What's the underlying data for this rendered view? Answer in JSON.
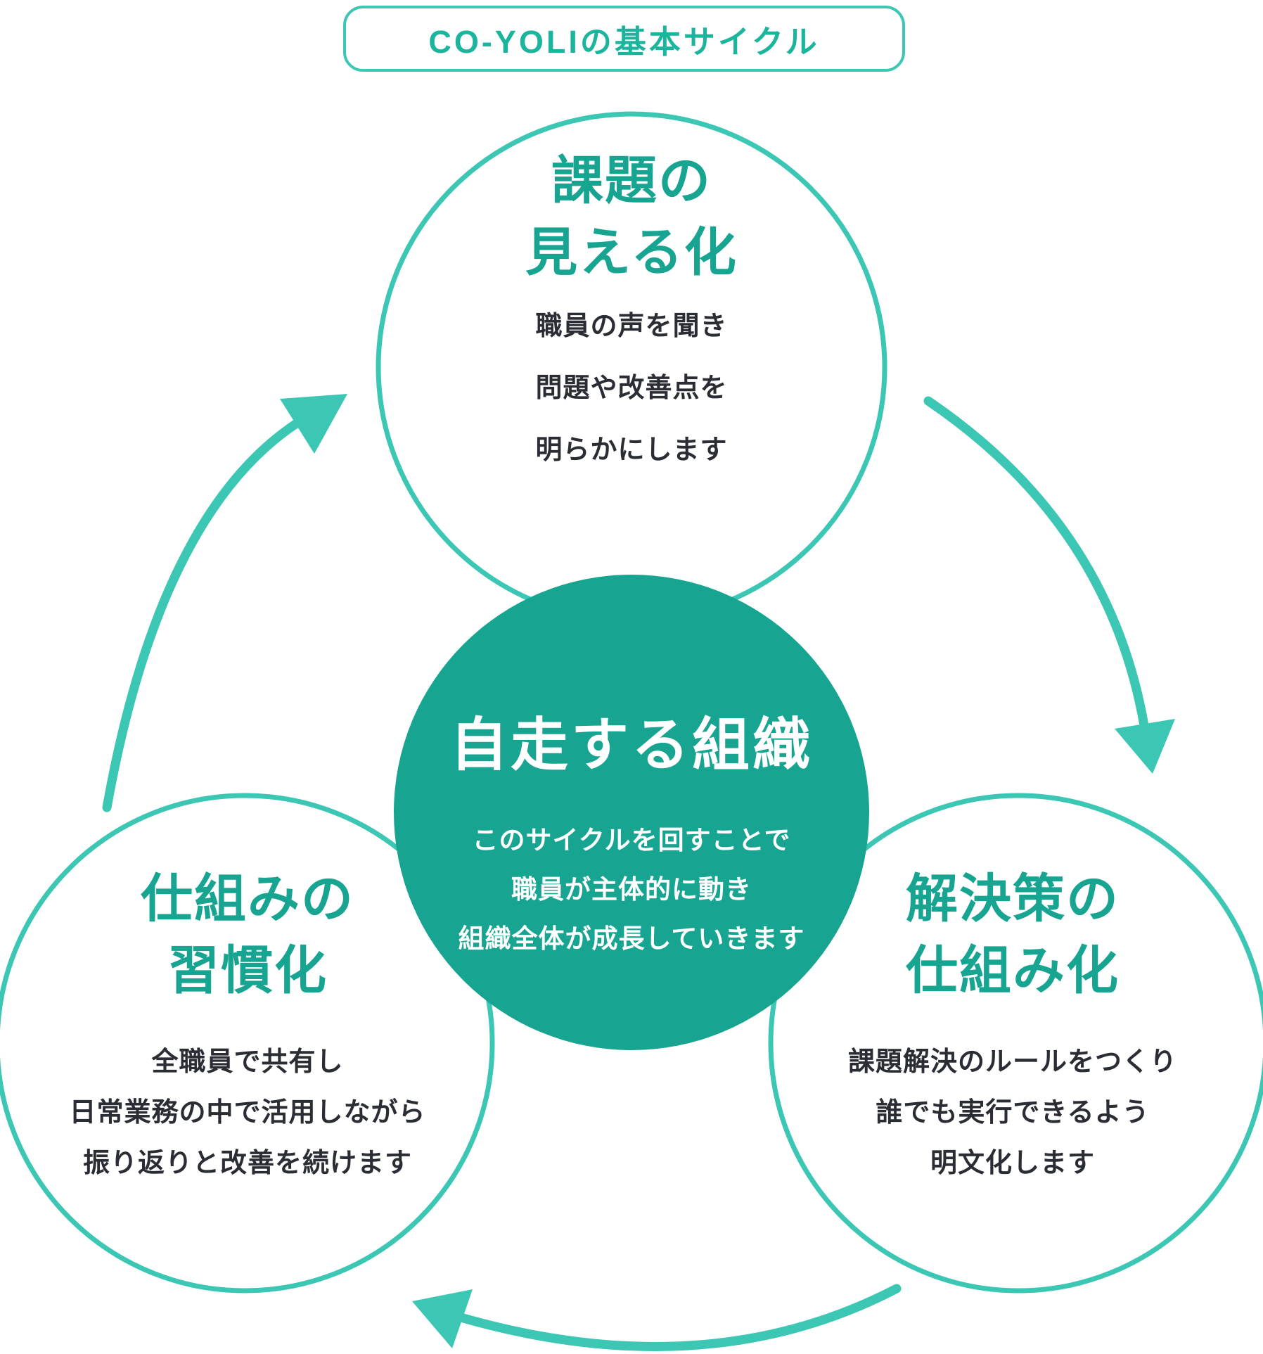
{
  "title": {
    "label": "CO-YOLIの基本サイクル"
  },
  "colors": {
    "primary": "#17A491",
    "accent": "#3CC6B4",
    "title": "#1BB49C",
    "body": "#2A2D33"
  },
  "center": {
    "heading": "自走する組織",
    "body_lines": [
      "このサイクルを回すことで",
      "職員が主体的に動き",
      "組織全体が成長していきます"
    ]
  },
  "steps": [
    {
      "id": "visualize",
      "position": "top",
      "heading_lines": [
        "課題の",
        "見える化"
      ],
      "body_lines": [
        "職員の声を聞き",
        "問題や改善点を",
        "明らかにします"
      ]
    },
    {
      "id": "systemize",
      "position": "bottom-right",
      "heading_lines": [
        "解決策の",
        "仕組み化"
      ],
      "body_lines": [
        "課題解決のルールをつくり",
        "誰でも実行できるよう",
        "明文化します"
      ]
    },
    {
      "id": "habituate",
      "position": "bottom-left",
      "heading_lines": [
        "仕組みの",
        "習慣化"
      ],
      "body_lines": [
        "全職員で共有し",
        "日常業務の中で活用しながら",
        "振り返りと改善を続けます"
      ]
    }
  ]
}
